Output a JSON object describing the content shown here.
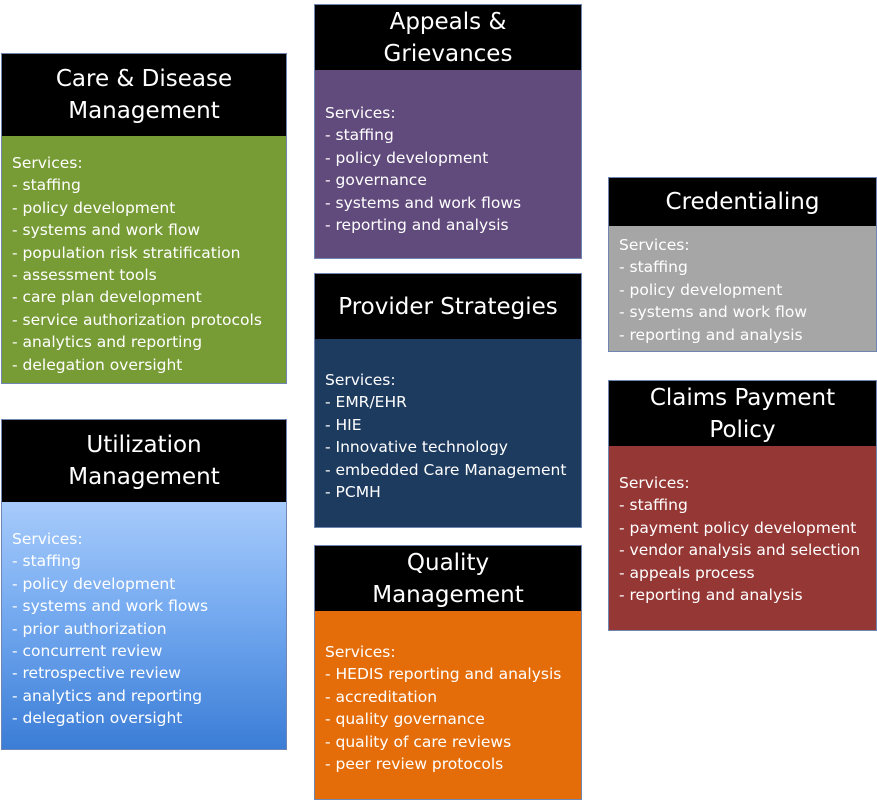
{
  "cards": {
    "care_disease": {
      "title": "Care & Disease\nManagement",
      "services_label": "Services:",
      "items": [
        "- staffing",
        "- policy development",
        "- systems and work flow",
        "- population risk stratification",
        "- assessment tools",
        "- care plan development",
        "- service authorization protocols",
        "- analytics and reporting",
        "- delegation oversight"
      ]
    },
    "utilization": {
      "title": "Utilization\nManagement",
      "services_label": "Services:",
      "items": [
        "- staffing",
        "- policy development",
        "- systems and work flows",
        "- prior authorization",
        "- concurrent review",
        "- retrospective review",
        "- analytics and reporting",
        "- delegation oversight"
      ]
    },
    "appeals": {
      "title": "Appeals &\nGrievances",
      "services_label": "Services:",
      "items": [
        "- staffing",
        "- policy development",
        "- governance",
        "- systems and work flows",
        "- reporting and analysis"
      ]
    },
    "provider": {
      "title": "Provider Strategies",
      "services_label": "Services:",
      "items": [
        "- EMR/EHR",
        "- HIE",
        "- Innovative technology",
        "- embedded Care Management",
        "- PCMH"
      ]
    },
    "quality": {
      "title": "Quality\nManagement",
      "services_label": "Services:",
      "items": [
        "- HEDIS reporting and analysis",
        "- accreditation",
        "- quality governance",
        "- quality of care reviews",
        "- peer review protocols"
      ]
    },
    "credentialing": {
      "title": "Credentialing",
      "services_label": "Services:",
      "items": [
        "- staffing",
        "- policy development",
        "- systems and work flow",
        "- reporting and analysis"
      ]
    },
    "claims": {
      "title": "Claims Payment\nPolicy",
      "services_label": "Services:",
      "items": [
        "- staffing",
        "- payment policy development",
        "- vendor analysis and selection",
        "- appeals process",
        "- reporting and analysis"
      ]
    }
  },
  "colors": {
    "care_disease": "#779b35",
    "utilization": "#75aaf0",
    "appeals": "#614a7c",
    "provider": "#1d3a5f",
    "quality": "#e46d0a",
    "credentialing": "#a6a6a6",
    "claims": "#953735",
    "header": "#000000"
  }
}
